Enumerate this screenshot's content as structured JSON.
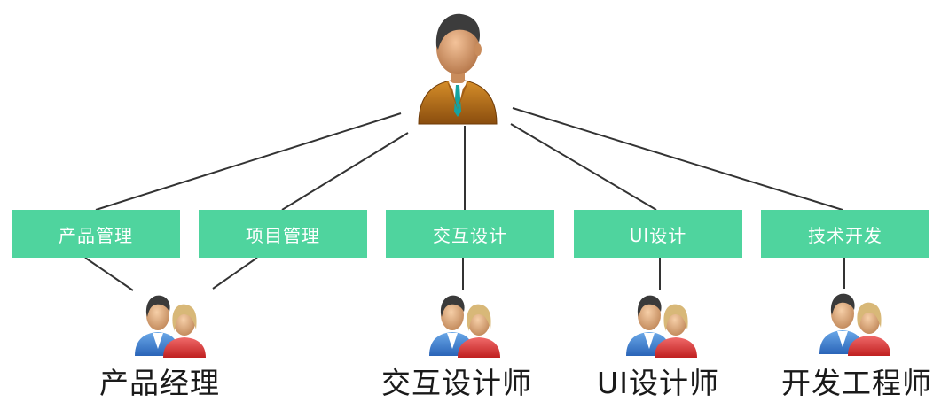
{
  "diagram": {
    "top_person": {
      "icon": "manager-person-icon"
    },
    "task_boxes": [
      {
        "label": "产品管理"
      },
      {
        "label": "项目管理"
      },
      {
        "label": "交互设计"
      },
      {
        "label": "UI设计"
      },
      {
        "label": "技术开发"
      }
    ],
    "roles": [
      {
        "label": "产品经理",
        "icon": "people-pair-icon"
      },
      {
        "label": "交互设计师",
        "icon": "people-pair-icon"
      },
      {
        "label": "UI设计师",
        "icon": "people-pair-icon"
      },
      {
        "label": "开发工程师",
        "icon": "people-pair-icon"
      }
    ],
    "colors": {
      "box_fill": "#4fd49e",
      "box_text": "#ffffff",
      "connector": "#333333",
      "role_text": "#1a1a1a"
    }
  }
}
